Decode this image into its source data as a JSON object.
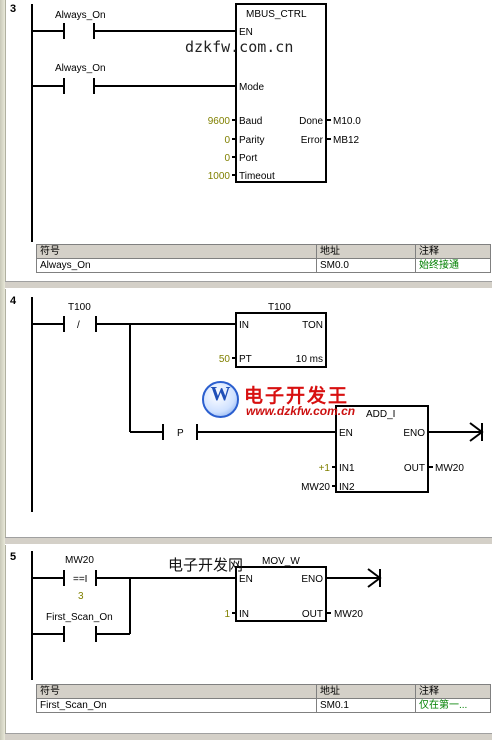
{
  "networks": [
    {
      "number": "3",
      "contacts": [
        "Always_On",
        "Always_On"
      ],
      "block": {
        "name": "MBUS_CTRL",
        "inputs": [
          "EN",
          "Mode",
          "Baud",
          "Parity",
          "Port",
          "Timeout"
        ],
        "outputs": [
          "Done",
          "Error"
        ],
        "input_values": {
          "Baud": "9600",
          "Parity": "0",
          "Port": "0",
          "Timeout": "1000"
        },
        "output_values": {
          "Done": "M10.0",
          "Error": "MB12"
        }
      },
      "symbols": {
        "headers": [
          "符号",
          "地址",
          "注释"
        ],
        "rows": [
          [
            "Always_On",
            "SM0.0",
            "始终接通"
          ]
        ]
      }
    },
    {
      "number": "4",
      "contacts": [
        "T100"
      ],
      "contact_symbol": "/",
      "timer": {
        "name": "T100",
        "in": "IN",
        "type": "TON",
        "pt": "PT",
        "pt_value": "50",
        "base": "10 ms"
      },
      "p_contact": "P",
      "block": {
        "name": "ADD_I",
        "en": "EN",
        "eno": "ENO",
        "in1": "IN1",
        "in2": "IN2",
        "out": "OUT",
        "in1_value": "+1",
        "in2_value": "MW20",
        "out_value": "MW20"
      }
    },
    {
      "number": "5",
      "contacts": [
        "MW20",
        "First_Scan_On"
      ],
      "compare_symbol": "==I",
      "compare_value": "3",
      "block": {
        "name": "MOV_W",
        "en": "EN",
        "eno": "ENO",
        "in": "IN",
        "out": "OUT",
        "in_value": "1",
        "out_value": "MW20"
      },
      "symbols": {
        "headers": [
          "符号",
          "地址",
          "注释"
        ],
        "rows": [
          [
            "First_Scan_On",
            "SM0.1",
            "仅在第一..."
          ]
        ]
      }
    }
  ],
  "watermarks": {
    "url_top": "dzkfw.com.cn",
    "logo_letter": "W",
    "brand": "电子开发王",
    "brand_url": "www.dzkfw.com.cn",
    "text_net5": "电子开发网"
  },
  "colors": {
    "param_value": "#808000",
    "comment_green": "#008000",
    "brand_red": "#d81010"
  }
}
